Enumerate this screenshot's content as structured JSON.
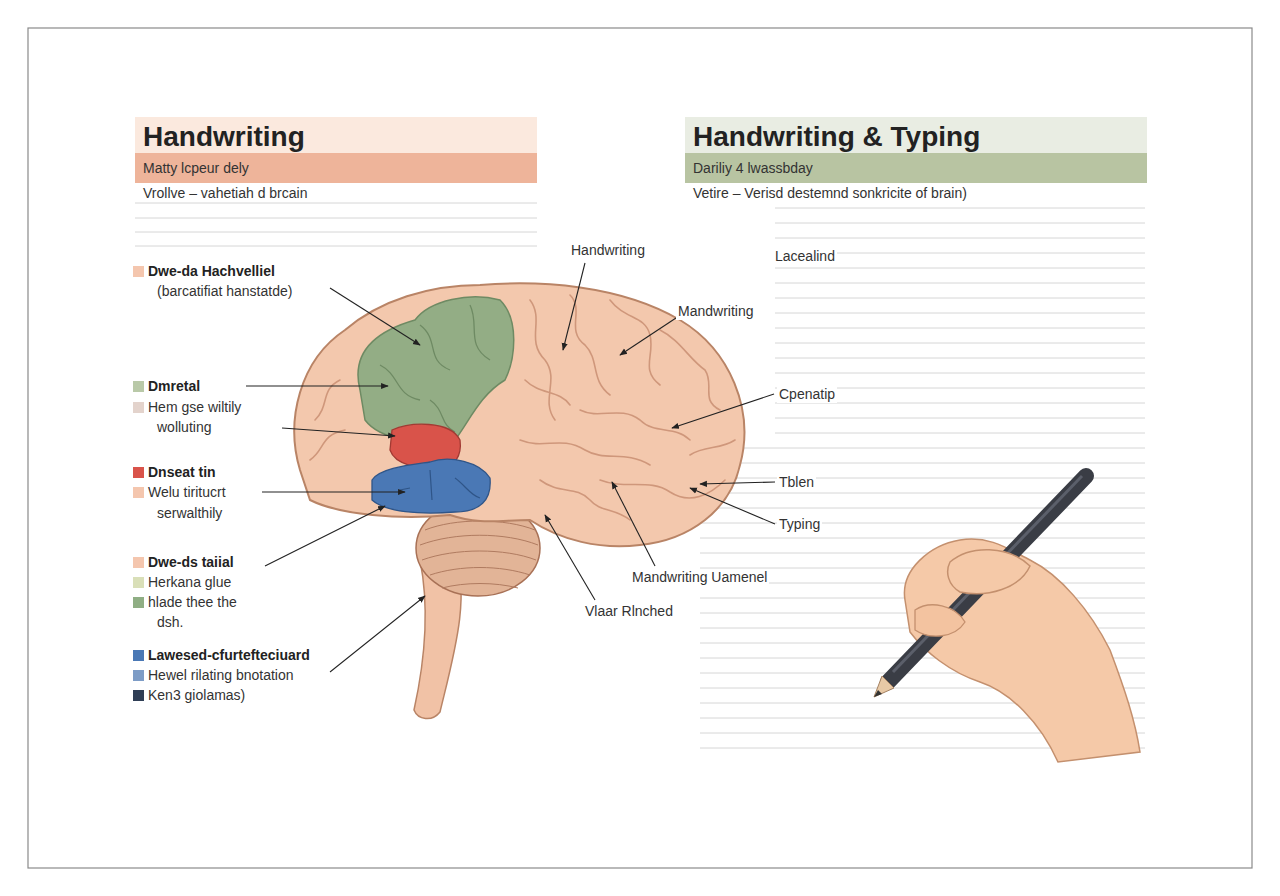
{
  "diagram": {
    "nodes": [
      {
        "text": [
          "Handwriting"
        ]
      },
      {
        "text": [
          "Matty lcpeur dely"
        ]
      },
      {
        "text": [
          "Handwriting & Typing"
        ]
      },
      {
        "text": [
          "Dariliy 4 lwassbday"
        ]
      }
    ],
    "labels": [
      "Vrollve – vahetiah d brcain",
      "Vetire – Verisd destemnd sonkricite of brain)",
      "(barcatifiat hanstatde)",
      "wolluting",
      "serwalthily",
      "dsh.",
      "Handwriting",
      "Lacealind",
      "Mandwriting",
      "Cpenatip",
      "Tblen",
      "Typing",
      "Mandwriting Uamenel",
      "Vlaar Rlnched"
    ],
    "legend": [
      {
        "text": "Dwe-da Hachvelliel",
        "color": "#f4c6ae"
      },
      {
        "text": "Dmretal",
        "color": "#b9c9a8"
      },
      {
        "text": "Hem gse wiltily",
        "color": "#e3d3cc"
      },
      {
        "text": "Dnseat tin",
        "color": "#d9534a"
      },
      {
        "text": "Welu tiritucrt",
        "color": "#f4c6ae"
      },
      {
        "text": "Dwe-ds taiial",
        "color": "#f4c6ae"
      },
      {
        "text": "Herkana glue",
        "color": "#d9dfb8"
      },
      {
        "text": "hlade thee the",
        "color": "#8fae84"
      },
      {
        "text": "Lawesed-cfurtefteciuard",
        "color": "#4a78b5"
      },
      {
        "text": "Hewel rilating bnotation",
        "color": "#7d9cc6"
      },
      {
        "text": "Ken3 giolamas)",
        "color": "#2f3e55"
      }
    ]
  }
}
